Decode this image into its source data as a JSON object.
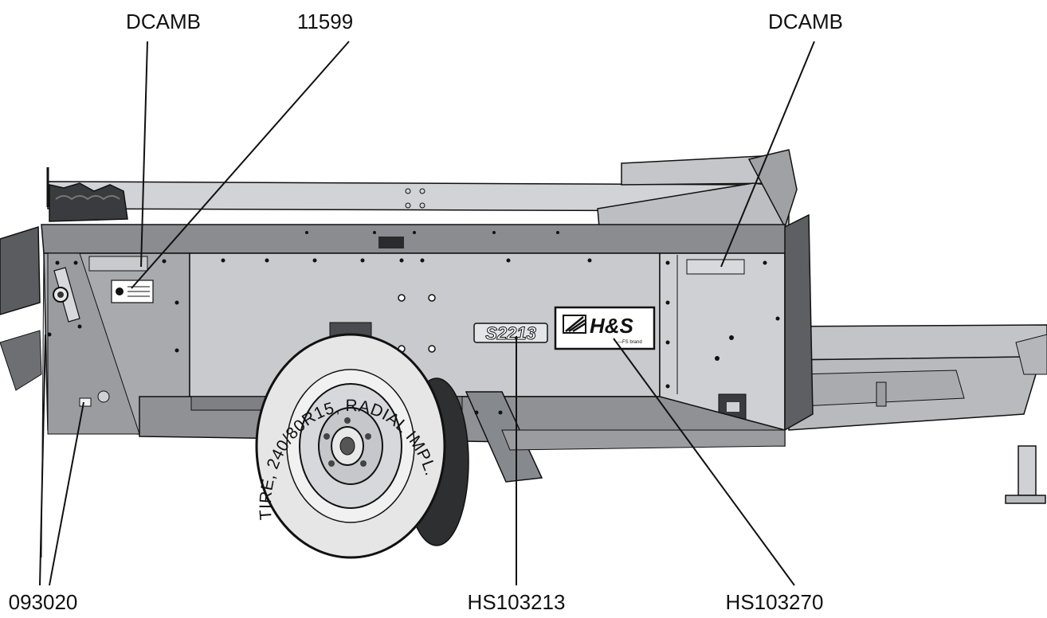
{
  "callouts": {
    "dcamb_left": "DCAMB",
    "part_11599": "11599",
    "dcamb_right": "DCAMB",
    "part_093020": "093020",
    "hs103213": "HS103213",
    "hs103270": "HS103270"
  },
  "machine": {
    "model_decal": "S2213",
    "brand_logo": "H&S",
    "brand_tagline": "—FS brand",
    "tire_marking": "TIRE, 240/80R15, RADIAL IMPL."
  },
  "colors": {
    "panel": "#c9cacd",
    "panel_dark": "#8d8f93",
    "frame": "#7a7c80",
    "outline": "#111111",
    "tire": "#e6e6e6",
    "decal_bg": "#ffffff"
  }
}
